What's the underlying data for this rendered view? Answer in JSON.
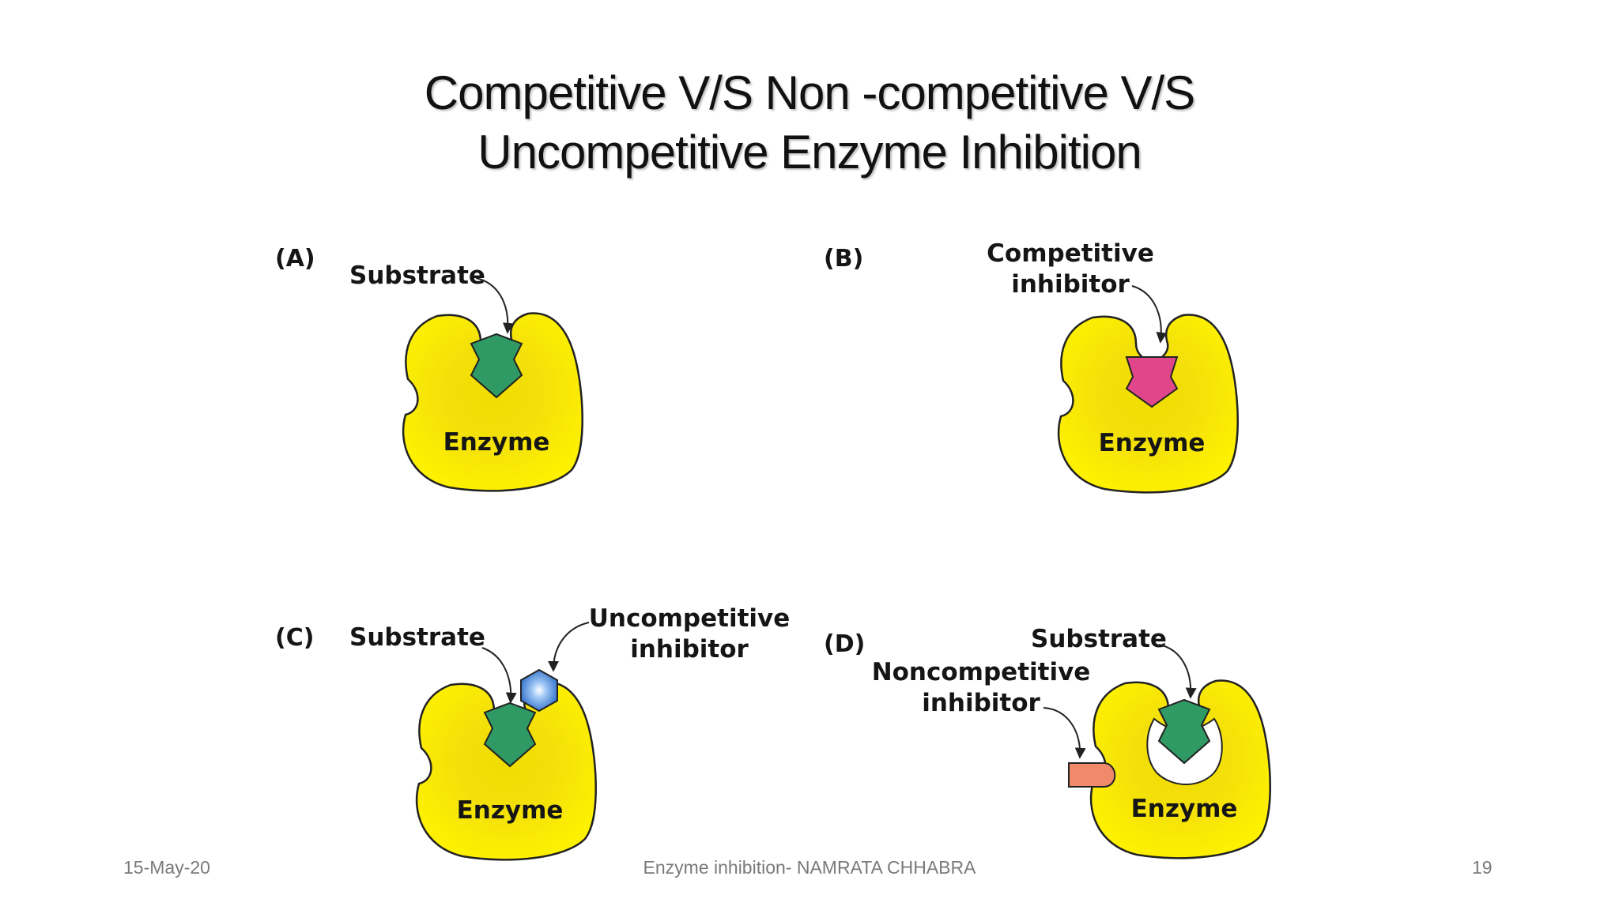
{
  "title": {
    "line1": "Competitive V/S Non -competitive V/S",
    "line2": "Uncompetitive Enzyme Inhibition"
  },
  "panels": {
    "a": {
      "label": "(A)",
      "substrate": "Substrate",
      "enzyme": "Enzyme"
    },
    "b": {
      "label": "(B)",
      "inhibitor_line1": "Competitive",
      "inhibitor_line2": "inhibitor",
      "enzyme": "Enzyme"
    },
    "c": {
      "label": "(C)",
      "substrate": "Substrate",
      "inhibitor_line1": "Uncompetitive",
      "inhibitor_line2": "inhibitor",
      "enzyme": "Enzyme"
    },
    "d": {
      "label": "(D)",
      "substrate": "Substrate",
      "inhibitor_line1": "Noncompetitive",
      "inhibitor_line2": "inhibitor",
      "enzyme": "Enzyme"
    }
  },
  "footer": {
    "date": "15-May-20",
    "center": "Enzyme inhibition- NAMRATA CHHABRA",
    "page": "19"
  },
  "colors": {
    "enzyme": "#f5e100",
    "substrate": "#2f9a64",
    "competitive_inhibitor": "#e0468a",
    "uncompetitive_inhibitor": "#3d7fd6",
    "noncompetitive_inhibitor": "#f08a6a"
  }
}
